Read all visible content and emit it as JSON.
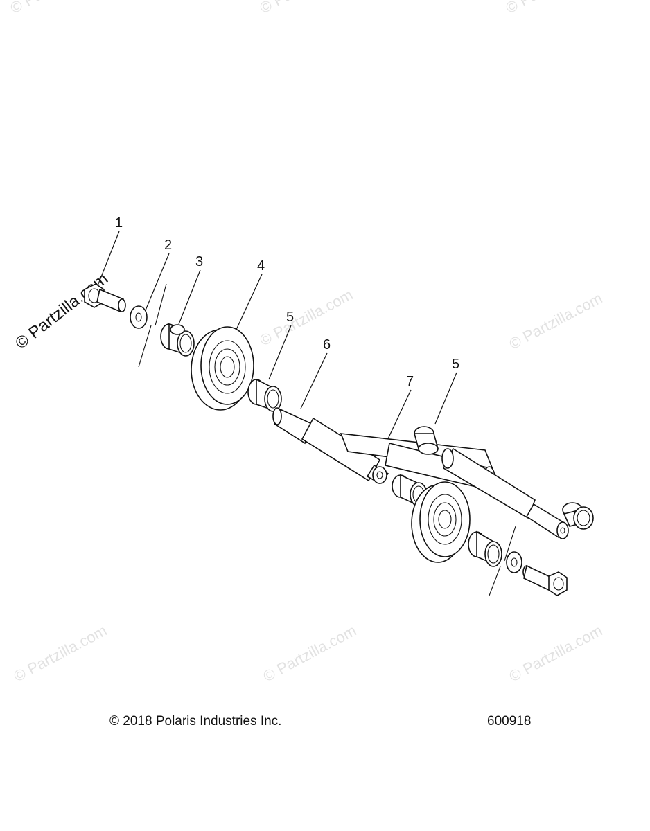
{
  "watermark": "© Partzilla.com",
  "callouts": [
    "1",
    "2",
    "3",
    "4",
    "5",
    "6",
    "7",
    "5"
  ],
  "footer": {
    "copyright": "© 2018 Polaris Industries Inc.",
    "diagram_id": "600918"
  },
  "colors": {
    "line": "#111111",
    "watermark": "#e2e2e2"
  }
}
